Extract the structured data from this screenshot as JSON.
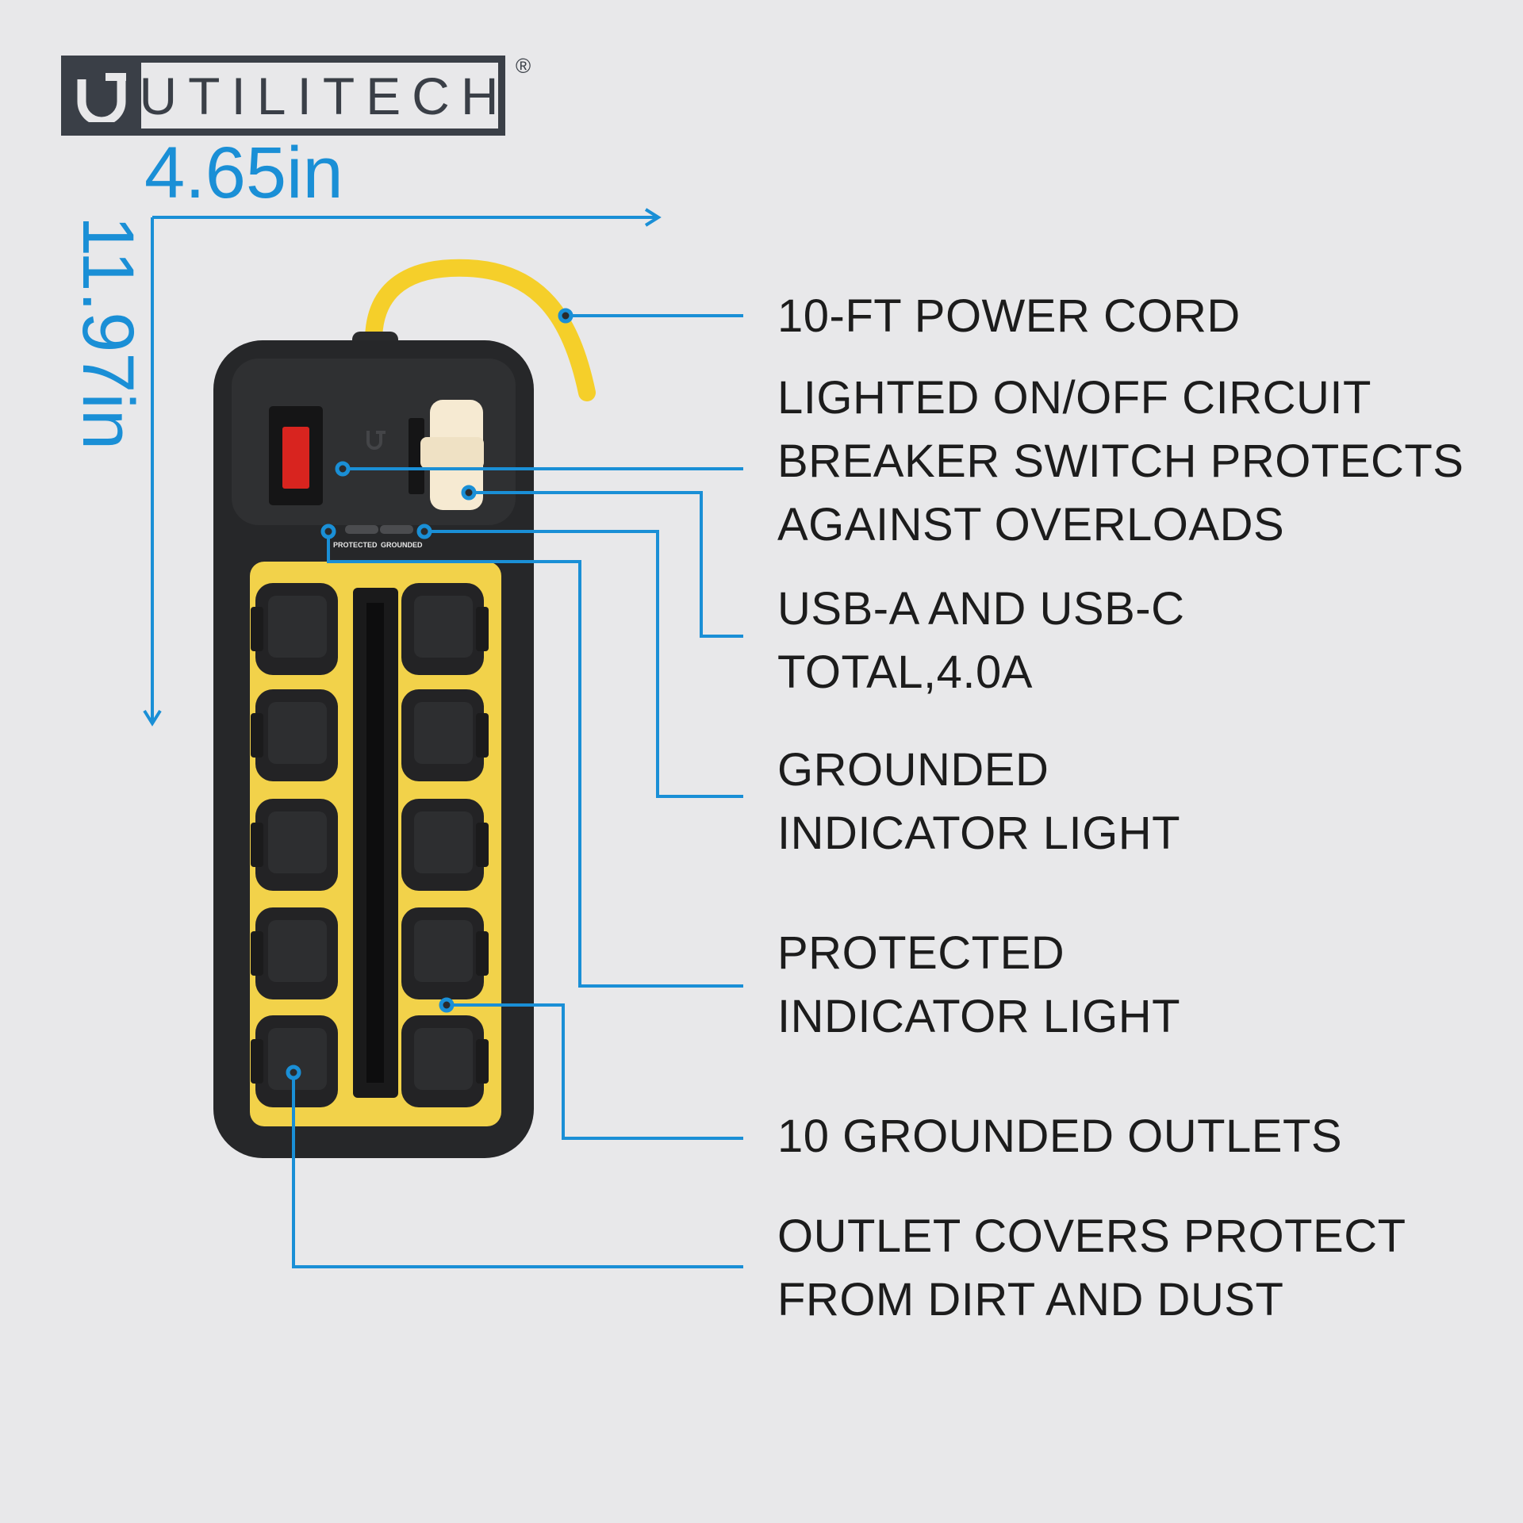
{
  "brand": {
    "name": "UTILITECH",
    "registered_mark": "®"
  },
  "dimensions": {
    "width": "4.65in",
    "height": "11.97in"
  },
  "device_labels": {
    "protected": "PROTECTED",
    "grounded": "GROUNDED"
  },
  "callouts": [
    {
      "lines": [
        "10-FT POWER CORD"
      ]
    },
    {
      "lines": [
        "LIGHTED ON/OFF CIRCUIT",
        "BREAKER SWITCH PROTECTS",
        "AGAINST OVERLOADS"
      ]
    },
    {
      "lines": [
        "USB-A AND USB-C",
        "TOTAL,4.0A"
      ]
    },
    {
      "lines": [
        "GROUNDED",
        "INDICATOR LIGHT"
      ]
    },
    {
      "lines": [
        "PROTECTED",
        "INDICATOR LIGHT"
      ]
    },
    {
      "lines": [
        "10 GROUNDED OUTLETS"
      ]
    },
    {
      "lines": [
        "OUTLET COVERS PROTECT",
        "FROM DIRT AND DUST"
      ]
    }
  ],
  "colors": {
    "accent": "#1a8fd6",
    "brand_dark": "#3a3f47",
    "strip_body": "#262729",
    "panel_yellow": "#f2d24a",
    "cord": "#f5cf2a",
    "switch_red": "#d8241f"
  }
}
